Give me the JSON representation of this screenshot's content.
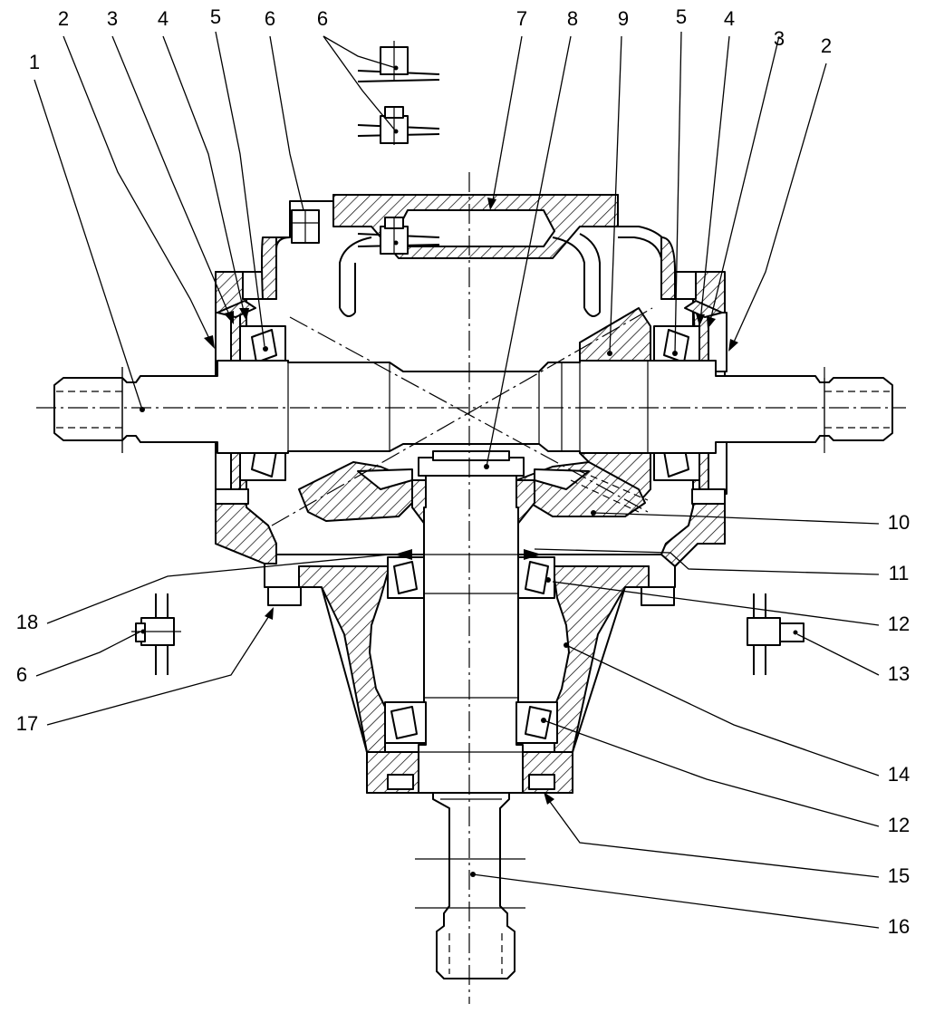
{
  "diagram": {
    "labels": {
      "l1": "1",
      "l2_left": "2",
      "l3_left": "3",
      "l4_left": "4",
      "l5_left": "5",
      "l6_top_a": "6",
      "l6_top_b": "6",
      "l7": "7",
      "l8": "8",
      "l9": "9",
      "l5_right": "5",
      "l4_right": "4",
      "l3_right": "3",
      "l2_right": "2",
      "l10": "10",
      "l11": "11",
      "l12_a": "12",
      "l13": "13",
      "l14": "14",
      "l12_b": "12",
      "l15": "15",
      "l16": "16",
      "l17": "17",
      "l18": "18",
      "l6_left": "6"
    }
  }
}
